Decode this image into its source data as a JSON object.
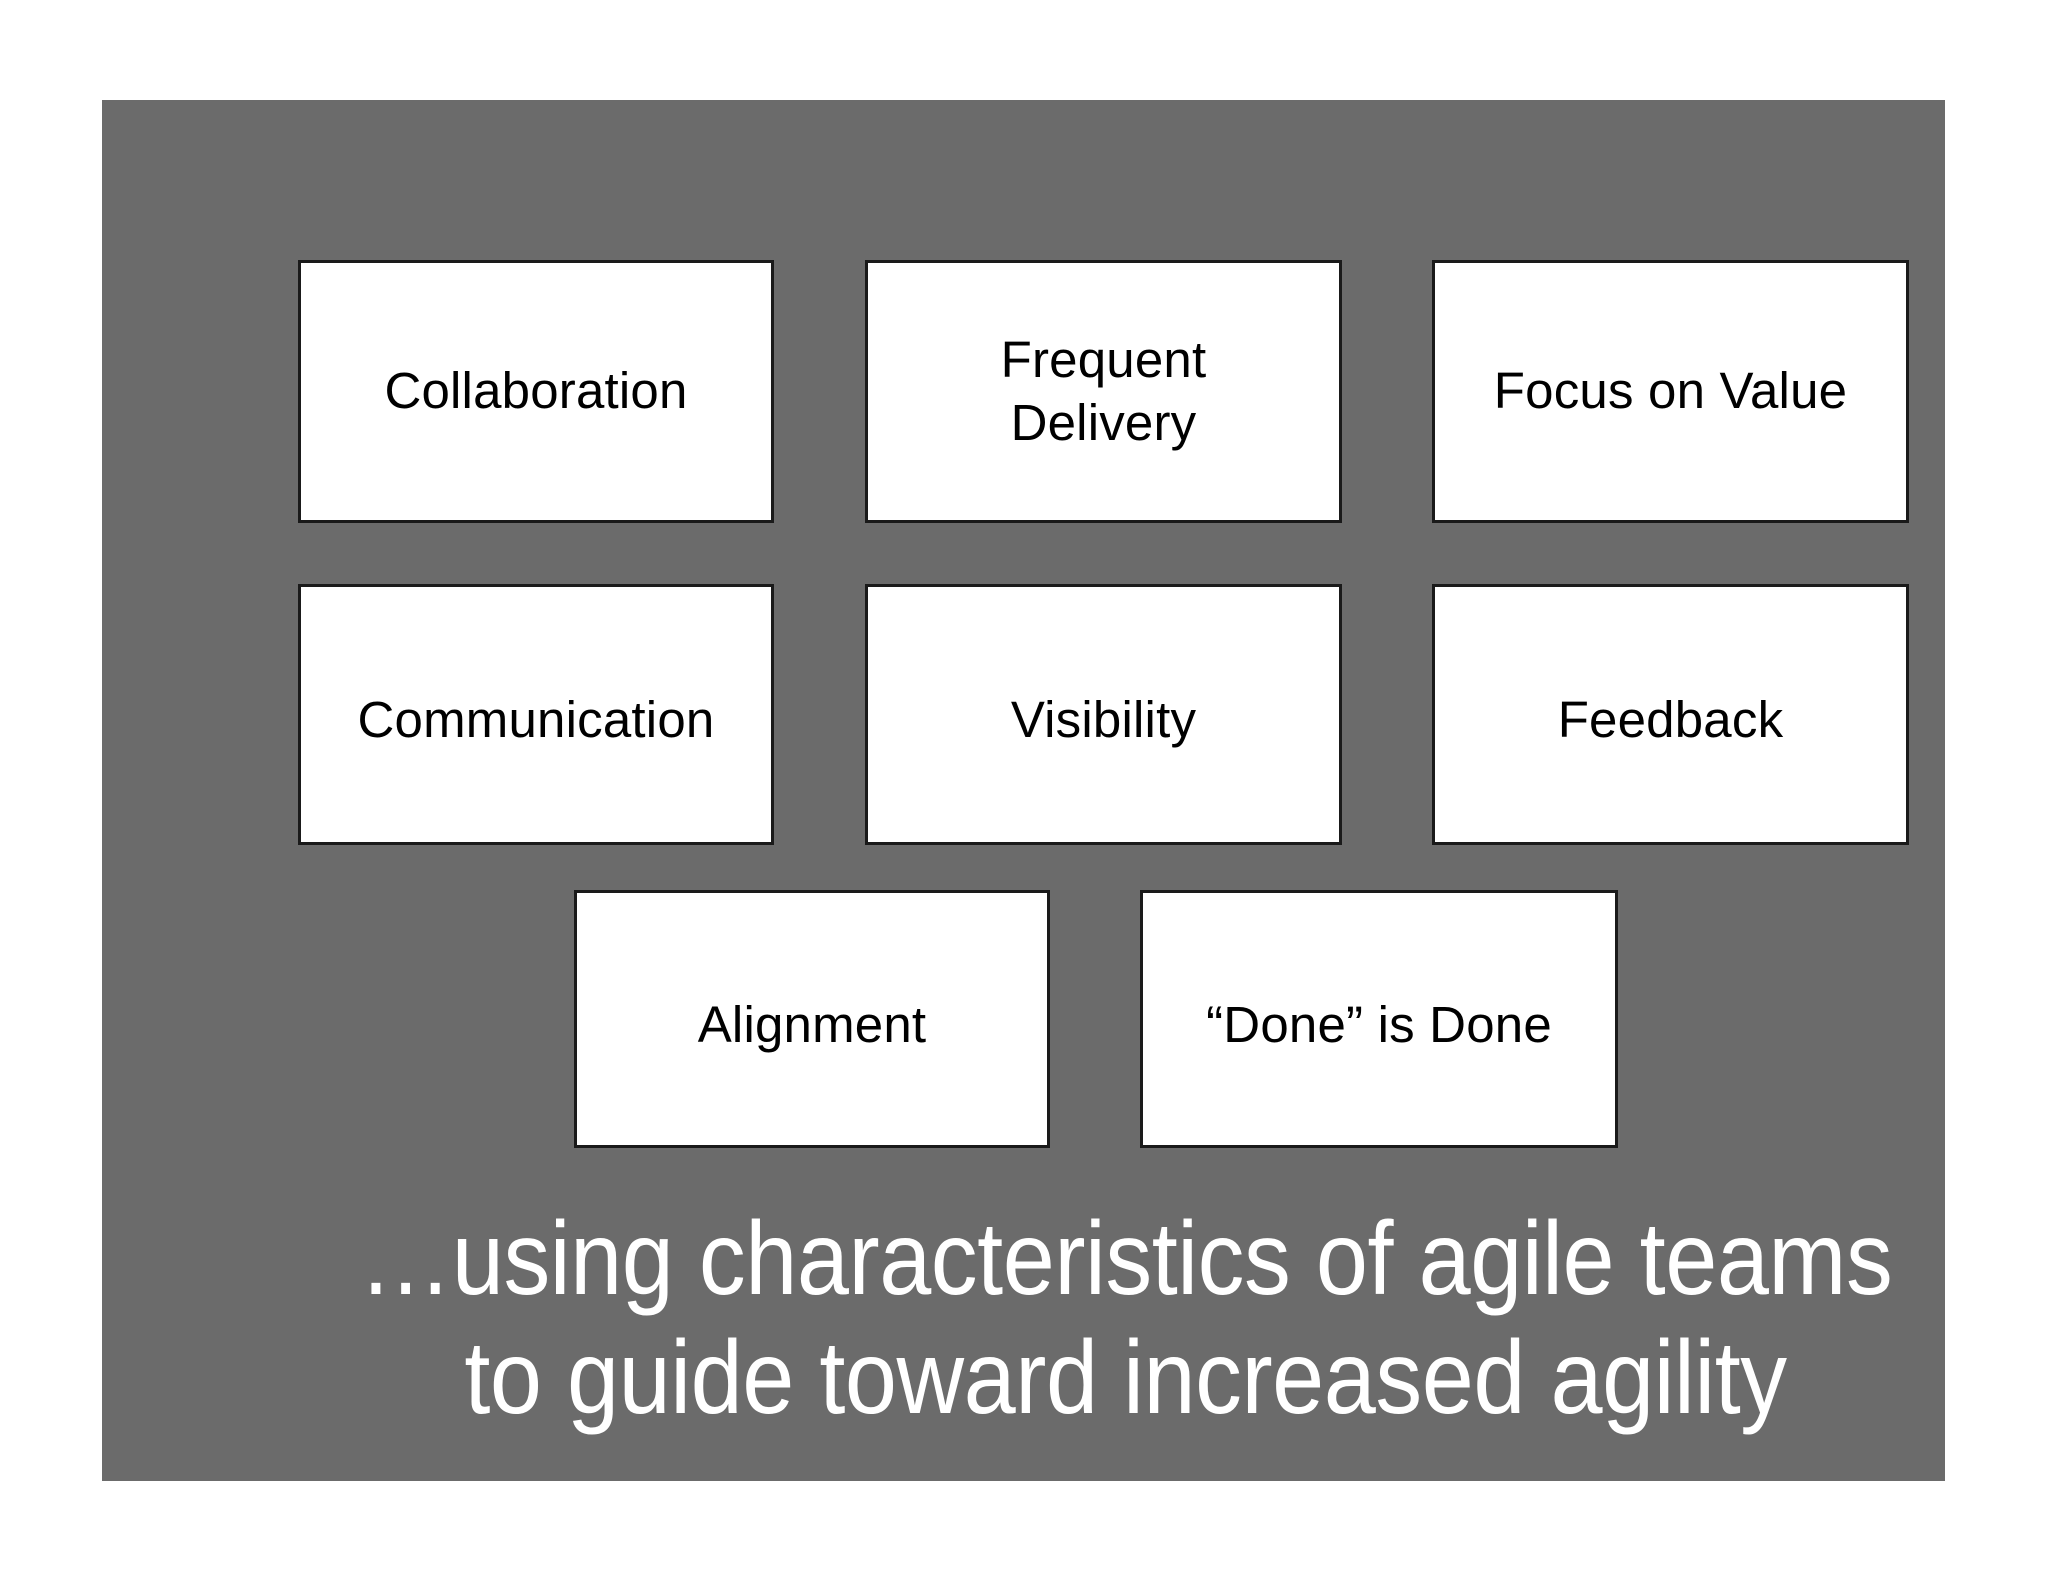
{
  "slide": {
    "background_color": "#ffffff",
    "panel_color": "#6b6b6b",
    "card_fill": "#ffffff",
    "card_border": "#1a1a1a",
    "caption_color": "#ffffff"
  },
  "cards": [
    {
      "id": "collaboration",
      "label": "Collaboration"
    },
    {
      "id": "frequent-delivery",
      "label": "Frequent\nDelivery"
    },
    {
      "id": "focus-on-value",
      "label": "Focus on Value"
    },
    {
      "id": "communication",
      "label": "Communication"
    },
    {
      "id": "visibility",
      "label": "Visibility"
    },
    {
      "id": "feedback",
      "label": "Feedback"
    },
    {
      "id": "alignment",
      "label": "Alignment"
    },
    {
      "id": "done-is-done",
      "label": "“Done” is Done"
    }
  ],
  "caption": {
    "line1": "…using characteristics of agile teams",
    "line2": "to guide toward increased agility"
  }
}
